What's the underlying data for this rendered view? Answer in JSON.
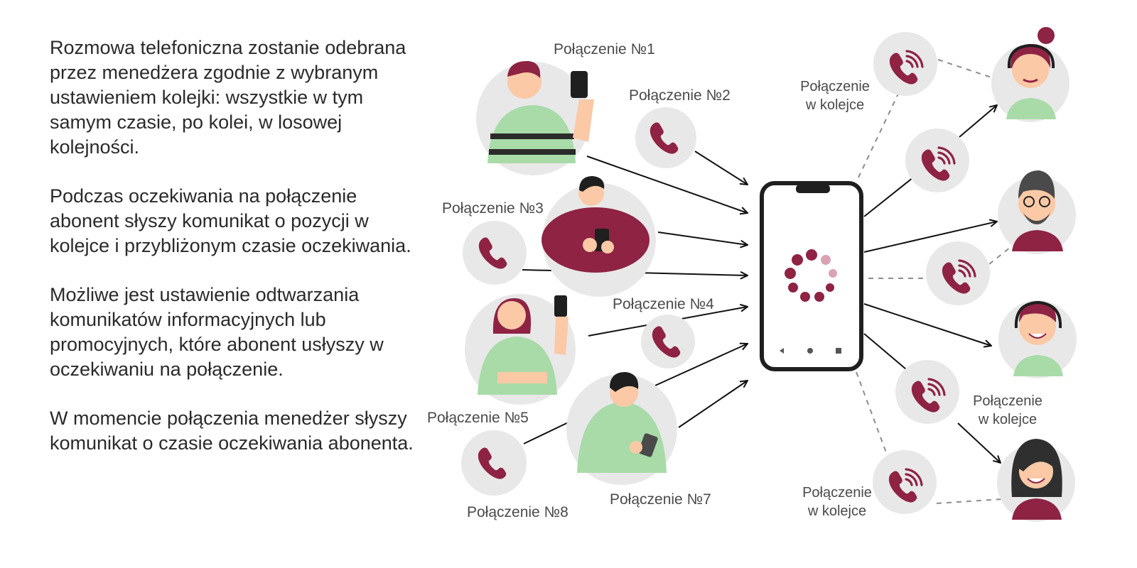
{
  "description": {
    "paragraphs": [
      "Rozmowa telefoniczna zostanie odebrana przez menedżera zgodnie z wybranym ustawieniem kolejki: wszystkie w tym samym czasie, po kolei, w losowej kolejności.",
      "Podczas oczekiwania na połączenie abonent słyszy komunikat o pozycji w kolejce i przybliżonym czasie oczekiwania.",
      "Możliwe jest ustawienie odtwarzania komunikatów informacyjnych lub promocyjnych, które abonent usłyszy w oczekiwaniu na połączenie.",
      "W momencie połączenia menedżer słyszy komunikat o czasie oczekiwania abonenta."
    ]
  },
  "calls": [
    {
      "label": "Połączenie №1"
    },
    {
      "label": "Połączenie №2"
    },
    {
      "label": "Połączenie №3"
    },
    {
      "label": "Połączenie №4"
    },
    {
      "label": "Połączenie №5"
    },
    {
      "label": "Połączenie №7"
    },
    {
      "label": "Połączenie №8"
    }
  ],
  "queue": [
    {
      "line1": "Połączenie",
      "line2": "w kolejce"
    },
    {
      "line1": "Połączenie",
      "line2": "w kolejce"
    },
    {
      "line1": "Połączenie",
      "line2": "w kolejce"
    }
  ],
  "colors": {
    "accent": "#8e2344",
    "accent_light": "#d9a3b3",
    "circle_bg": "#e8e8e8",
    "green": "#a8dba8",
    "skin": "#fbc9a6",
    "phone_border": "#1f1f1f"
  },
  "icons": [
    "phone-icon",
    "phone-ringing-icon",
    "loading-spinner-icon"
  ]
}
